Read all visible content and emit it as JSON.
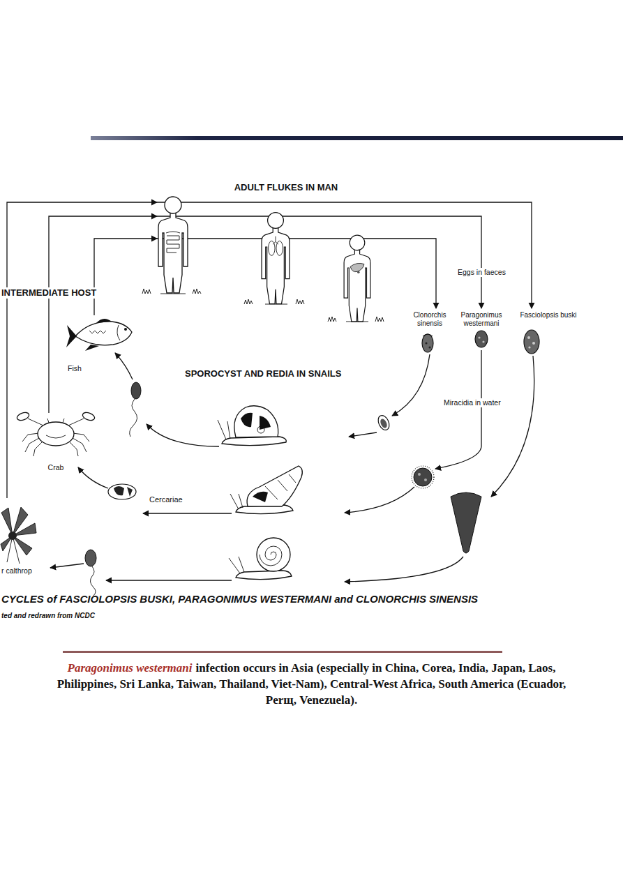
{
  "diagram": {
    "caption": "CYCLES of FASCIOLOPSIS BUSKI, PARAGONIMUS WESTERMANI and CLONORCHIS SINENSIS",
    "nodes": [
      {
        "text": [
          "ADULT FLUKES IN MAN"
        ]
      },
      {
        "text": [
          "Clonorchis sinensis"
        ]
      },
      {
        "text": [
          "Paragonimus westermani"
        ]
      },
      {
        "text": [
          "Fasciolopsis buski"
        ]
      },
      {
        "text": [
          "Fish"
        ]
      },
      {
        "text": [
          "Crab"
        ]
      },
      {
        "text": [
          "r calthrop"
        ]
      }
    ],
    "edges": [
      {
        "from": 4,
        "to": 0,
        "arrow": "to"
      },
      {
        "from": 5,
        "to": 0,
        "arrow": "to"
      },
      {
        "from": 6,
        "to": 0,
        "arrow": "to"
      },
      {
        "from": 0,
        "to": 1,
        "arrow": "to"
      },
      {
        "from": 0,
        "to": 2,
        "arrow": "to"
      },
      {
        "from": 0,
        "to": 3,
        "arrow": "to"
      }
    ],
    "labels": [
      "INTERMEDIATE HOST",
      "SPOROCYST AND REDIA IN SNAILS",
      "Eggs in faeces",
      "Miracidia in water",
      "Cercariae",
      "ted and redrawn from NCDC",
      "Paragonimus westermani",
      "infection occurs in Asia (especially in China, Corea, India, Japan, Laos, Philippines, Sri Lanka, Taiwan, Thailand, Viet-Nam), Central-West Africa, South America (Ecuador, Perщ, Venezuela)."
    ]
  }
}
